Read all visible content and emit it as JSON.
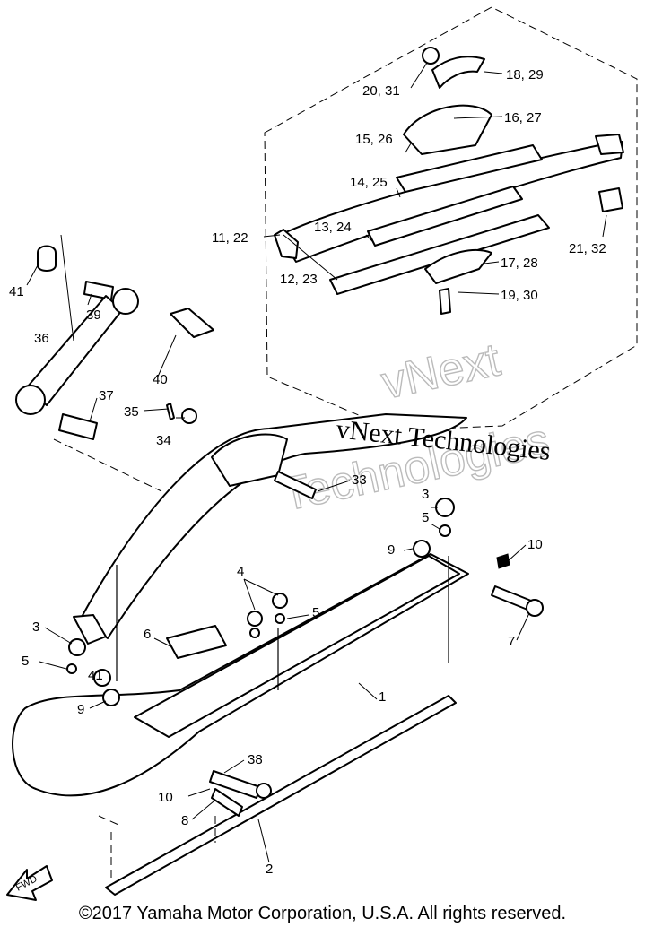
{
  "labels": {
    "p1": "1",
    "p2": "2",
    "p3a": "3",
    "p3b": "3",
    "p4": "4",
    "p5a": "5",
    "p5b": "5",
    "p5c": "5",
    "p6": "6",
    "p7": "7",
    "p8": "8",
    "p9a": "9",
    "p9b": "9",
    "p10a": "10",
    "p10b": "10",
    "p11_22": "11, 22",
    "p12_23": "12, 23",
    "p13_24": "13, 24",
    "p14_25": "14, 25",
    "p15_26": "15, 26",
    "p16_27": "16, 27",
    "p17_28": "17, 28",
    "p18_29": "18, 29",
    "p19_30": "19, 30",
    "p20_31": "20, 31",
    "p21_32": "21, 32",
    "p33": "33",
    "p34": "34",
    "p35": "35",
    "p36": "36",
    "p37": "37",
    "p38": "38",
    "p39": "39",
    "p40": "40",
    "p41a": "41",
    "p41b": "41"
  },
  "watermark": {
    "outline_line1": "vNext",
    "outline_line2": "Technologies",
    "text": "vNext Technologies"
  },
  "fwd_label": "FWD",
  "footer": "©2017 Yamaha Motor Corporation, U.S.A. All rights reserved."
}
